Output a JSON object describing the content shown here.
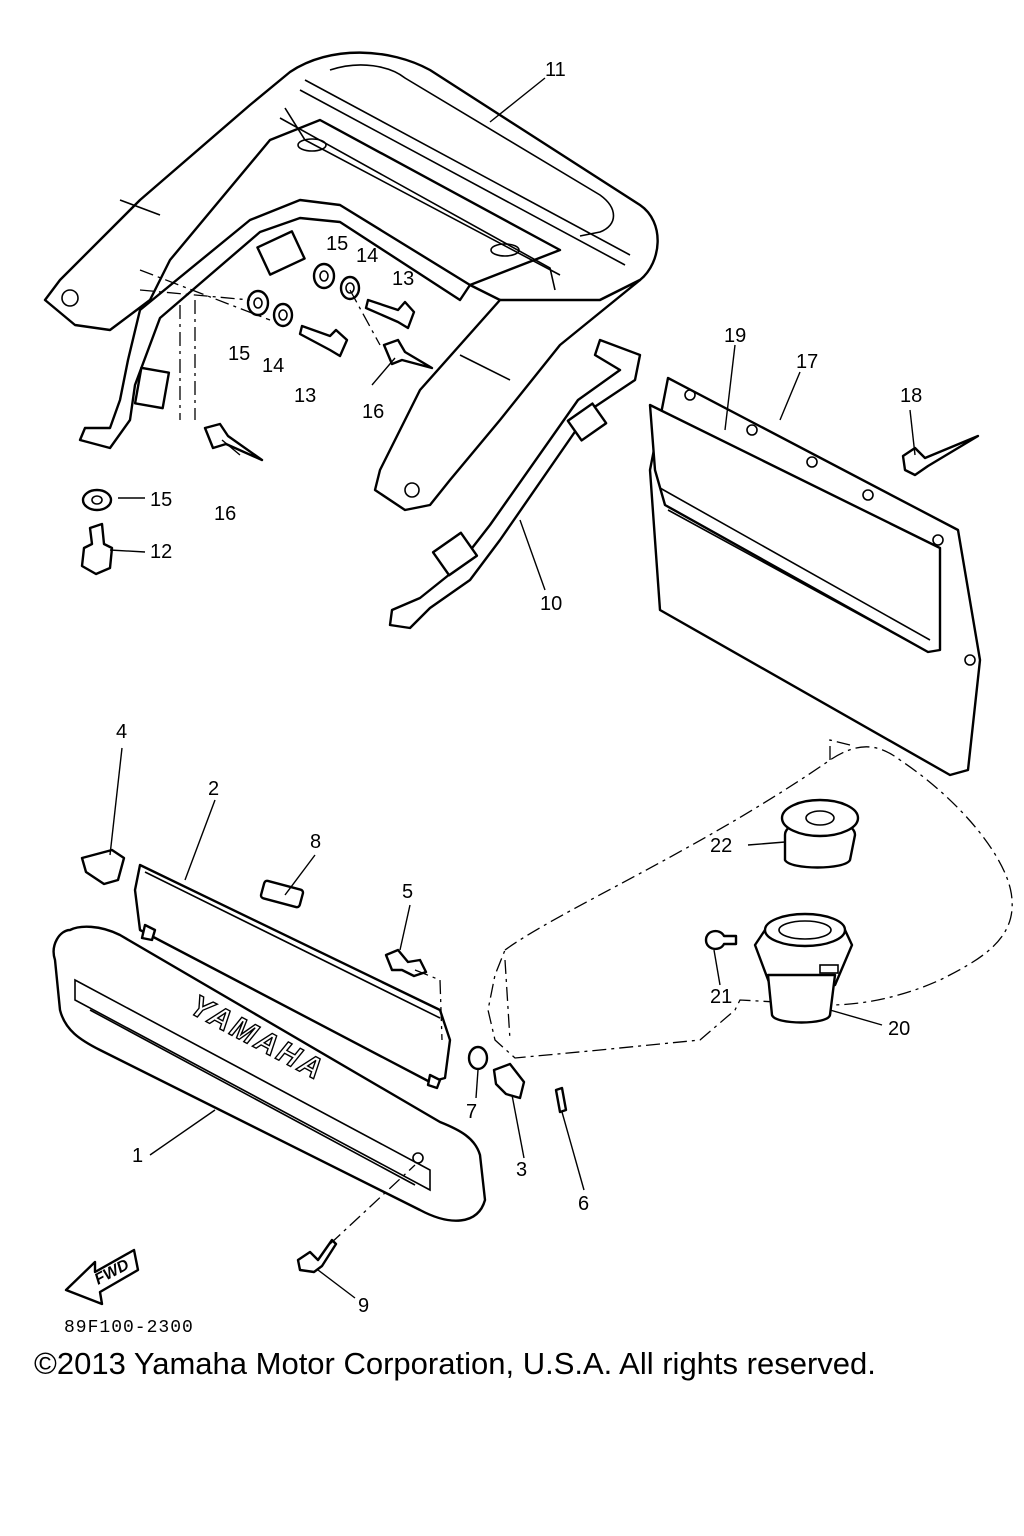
{
  "diagram": {
    "code": "89F100-2300",
    "copyright": "©2013 Yamaha Motor Corporation, U.S.A. All rights reserved.",
    "brand_text": "YAMAHA",
    "forward_label": "FWD",
    "callouts": {
      "p1": "1",
      "p2": "2",
      "p3": "3",
      "p4": "4",
      "p5": "5",
      "p6": "6",
      "p7": "7",
      "p8": "8",
      "p9": "9",
      "p10": "10",
      "p11": "11",
      "p12": "12",
      "p13a": "13",
      "p13b": "13",
      "p14a": "14",
      "p14b": "14",
      "p15a": "15",
      "p15b": "15",
      "p15c": "15",
      "p16a": "16",
      "p16b": "16",
      "p17": "17",
      "p18": "18",
      "p19": "19",
      "p20": "20",
      "p21": "21",
      "p22": "22"
    }
  }
}
